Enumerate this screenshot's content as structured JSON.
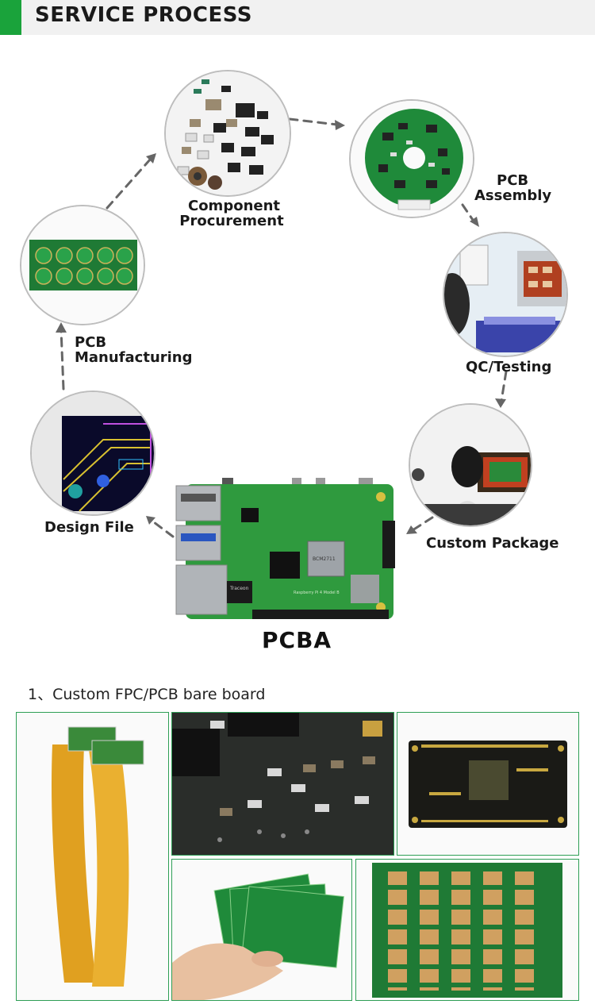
{
  "header": {
    "title": "SERVICE PROCESS"
  },
  "process": {
    "steps": {
      "component_procurement": {
        "line1": "Component",
        "line2": "Procurement"
      },
      "pcb_assembly": {
        "line1": "PCB",
        "line2": "Assembly"
      },
      "qc_testing": {
        "line1": "QC/Testing"
      },
      "custom_package": {
        "line1": "Custom Package"
      },
      "design_file": {
        "line1": "Design File"
      },
      "pcb_manufacturing": {
        "line1": "PCB",
        "line2": "Manufacturing"
      }
    },
    "center_label": "PCBA"
  },
  "board_labels": {
    "chip_marking": "BCM2711",
    "hdmi_chip": "Traceon",
    "board_text": "Raspberry Pi 4 Model B"
  },
  "section1": {
    "title": "1、Custom FPC/PCB bare board"
  },
  "colors": {
    "accent": "#1aa33b",
    "pcb_green": "#1f8a3a",
    "border": "#2e9e55",
    "arrow": "#666666"
  }
}
